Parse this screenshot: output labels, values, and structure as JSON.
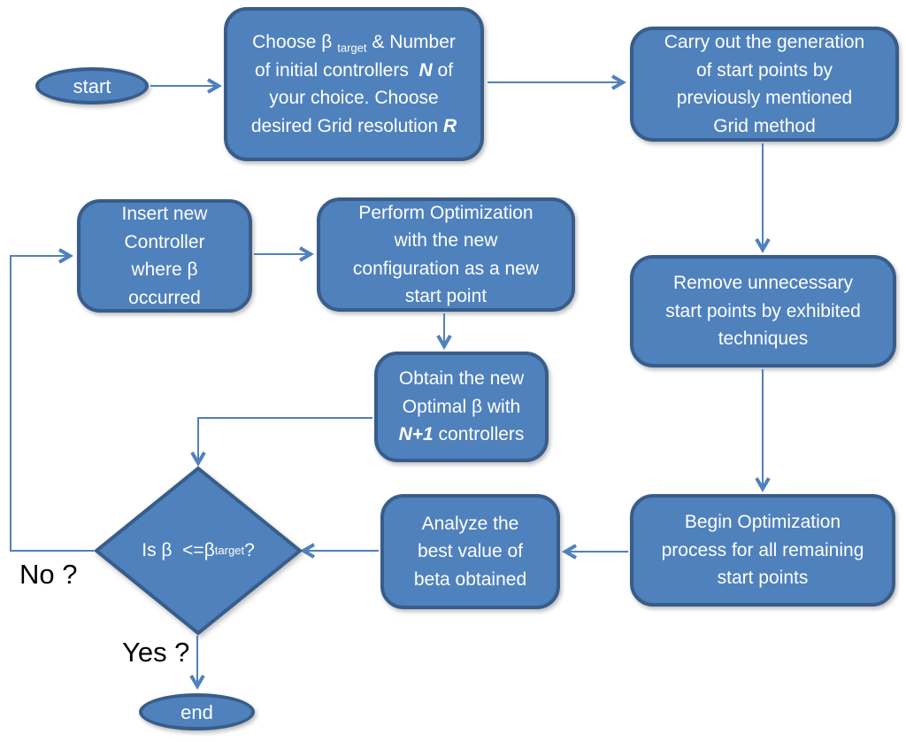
{
  "colors": {
    "shape_fill": "#4f81bd",
    "shape_border": "#385d8a",
    "connector": "#4f81bd",
    "shape_text": "#ffffff",
    "label_text": "#000000",
    "background": "#ffffff"
  },
  "nodes": {
    "start": {
      "label": "start"
    },
    "choose": {
      "lines": [
        [
          {
            "t": "Choose β "
          },
          {
            "t": "target",
            "s": "sub"
          },
          {
            "t": " & Number"
          }
        ],
        [
          {
            "t": "of initial controllers  "
          },
          {
            "t": "N",
            "s": "bi"
          },
          {
            "t": " of"
          }
        ],
        "your choice. Choose",
        [
          {
            "t": "desired Grid resolution "
          },
          {
            "t": "R",
            "s": "bi"
          }
        ]
      ]
    },
    "carry": {
      "lines": [
        "Carry out the generation",
        "of start points by",
        "previously mentioned",
        "Grid method"
      ]
    },
    "insert": {
      "lines": [
        "Insert new",
        "Controller",
        "where β",
        "occurred"
      ]
    },
    "perform": {
      "lines": [
        "Perform Optimization",
        "with the new",
        "configuration as a new",
        "start point"
      ]
    },
    "remove": {
      "lines": [
        "Remove unnecessary",
        "start points by exhibited",
        "techniques"
      ]
    },
    "obtain": {
      "lines": [
        "Obtain the new",
        "Optimal β with",
        [
          {
            "t": "N+1",
            "s": "bi"
          },
          {
            "t": " controllers"
          }
        ]
      ]
    },
    "decision": {
      "lines": [
        [
          {
            "t": "Is β  <="
          }
        ],
        [
          {
            "t": "β "
          },
          {
            "t": "target",
            "s": "sub"
          },
          {
            "t": " ?"
          }
        ]
      ]
    },
    "analyze": {
      "lines": [
        "Analyze the",
        "best value of",
        "beta obtained"
      ]
    },
    "begin": {
      "lines": [
        "Begin Optimization",
        "process for all remaining",
        "start points"
      ]
    },
    "end": {
      "label": "end"
    }
  },
  "labels": {
    "no": "No ?",
    "yes": "Yes ?"
  }
}
